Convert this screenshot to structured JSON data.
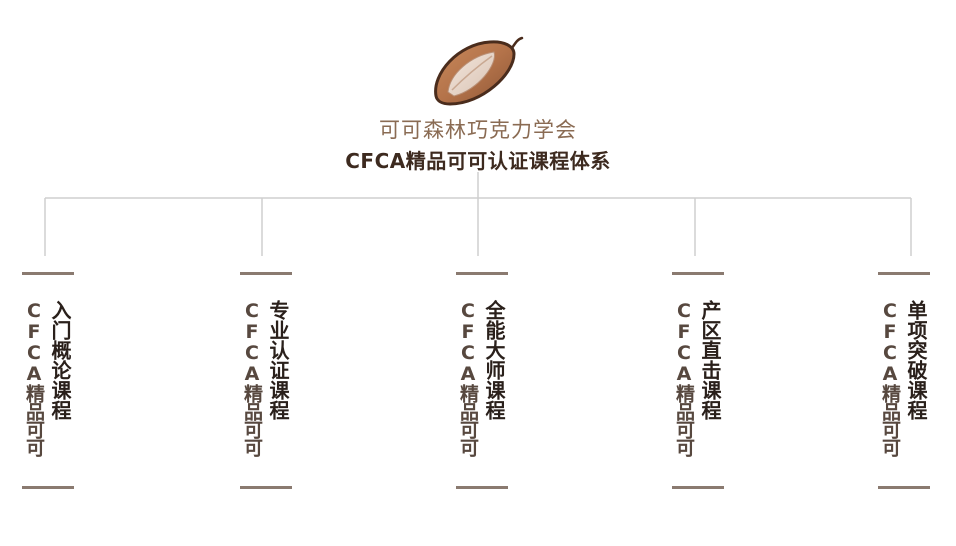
{
  "header": {
    "logo_icon": "cocoa-bean-icon",
    "org_name": "可可森林巧克力学会",
    "system_title": "CFCA精品可可认证课程体系"
  },
  "colors": {
    "accent_brown": "#b7774e",
    "connector_gray": "#cfcfcf",
    "bar_gray": "#8a7a70",
    "org_text": "#8a6b53",
    "title_text": "#3d2a1f"
  },
  "courses": [
    {
      "name": "入门概论课程",
      "subtitle": "CFCA精品可可"
    },
    {
      "name": "专业认证课程",
      "subtitle": "CFCA精品可可"
    },
    {
      "name": "全能大师课程",
      "subtitle": "CFCA精品可可"
    },
    {
      "name": "产区直击课程",
      "subtitle": "CFCA精品可可"
    },
    {
      "name": "单项突破课程",
      "subtitle": "CFCA精品可可"
    }
  ]
}
